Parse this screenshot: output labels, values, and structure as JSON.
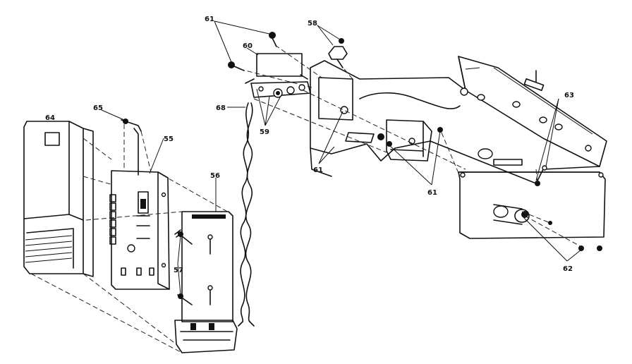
{
  "labels": {
    "p61a": "61",
    "p58": "58",
    "p60": "60",
    "p63": "63",
    "p64": "64",
    "p65": "65",
    "p68": "68",
    "p59": "59",
    "p55": "55",
    "p56": "56",
    "p61b": "61",
    "p61c": "61",
    "p57": "57",
    "p62": "62"
  }
}
